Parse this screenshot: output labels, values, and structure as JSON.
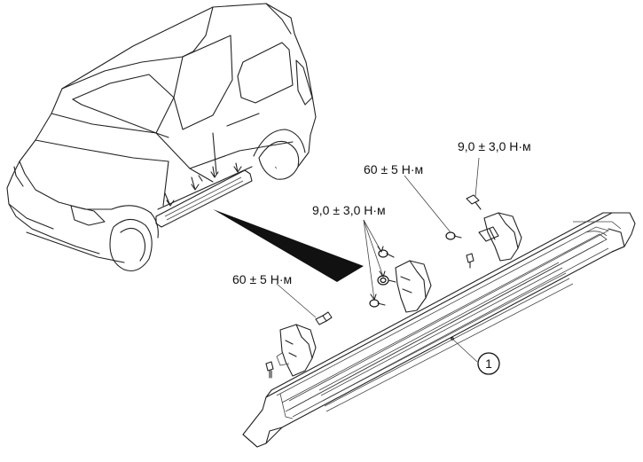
{
  "torque_labels": {
    "front_bracket_bolt": "60 ± 5 Н·м",
    "front_mount_bolts": "9,0 ± 3,0 Н·м",
    "rear_bracket_bolt": "60 ± 5 Н·м",
    "rear_mount_bolts": "9,0 ± 3,0 Н·м"
  },
  "callouts": {
    "side_step": "1"
  },
  "colors": {
    "line": "#222222",
    "zoom_wedge": "#111111",
    "background": "#ffffff"
  }
}
